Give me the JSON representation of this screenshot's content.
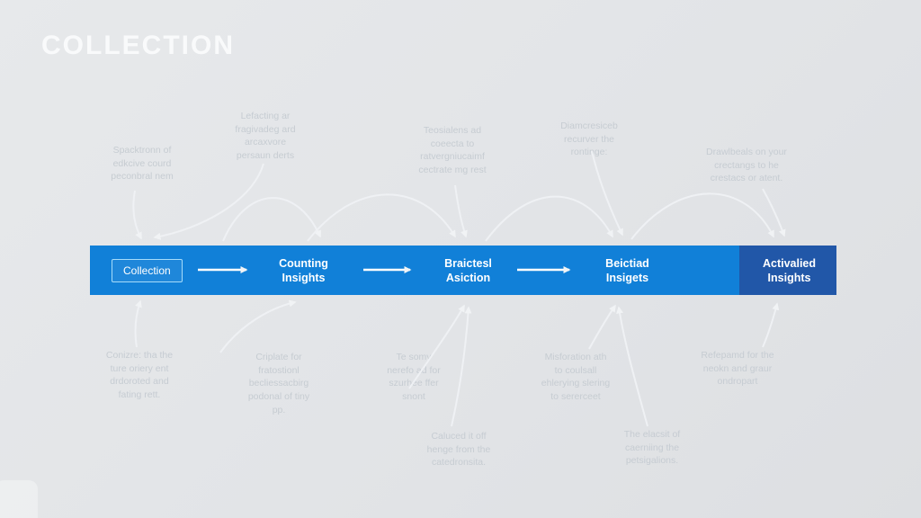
{
  "page": {
    "title": "COLLECTION",
    "background": "#e3e5e8"
  },
  "timeline": {
    "bar_color": "#1180d8",
    "final_segment_color": "#2157a8",
    "stages": [
      {
        "label": "Collection",
        "style": "boxed"
      },
      {
        "label": "Counting Insights"
      },
      {
        "label": "Braictesl Asiction"
      },
      {
        "label": "Beictiad Insigets"
      },
      {
        "label": "Activalied Insights",
        "style": "dark-segment"
      }
    ]
  },
  "annotations_top": [
    {
      "text": "Spacktronn of\nedkcive courd\npeconbral nem"
    },
    {
      "text": "Lefacting ar\nfragivadeg ard\narcaxvore\npersaun derts"
    },
    {
      "text": "Teosialens ad\ncoeecta to\nratvergniucaimf\ncectrate mg rest"
    },
    {
      "text": "Diamcresiceb\nrecurver the\nrontinge:"
    },
    {
      "text": "Drawlbeals on your\ncrectangs to he\ncrestacs or atent."
    }
  ],
  "annotations_bottom": [
    {
      "text": "Conizre: tha the\nture oriery ent\ndrdoroted and\nfating rett."
    },
    {
      "text": "Criplate for\nfratostionl\nbecliessacbirg\npodonal of tiny\npp."
    },
    {
      "text": "Te somy\nnerefo ad for\nszurhee ffer\nsnont"
    },
    {
      "text": "Misforation ath\nto coulsall\nehlerying slering\nto sererceet"
    },
    {
      "text": "Refepamd for the\nneokn and graur\nondropart"
    }
  ],
  "annotations_lower": [
    {
      "text": "Caluced it off\nhenge from the\ncatedronsita."
    },
    {
      "text": "The elacsit of\ncaerniing the\npetsigalions."
    }
  ]
}
